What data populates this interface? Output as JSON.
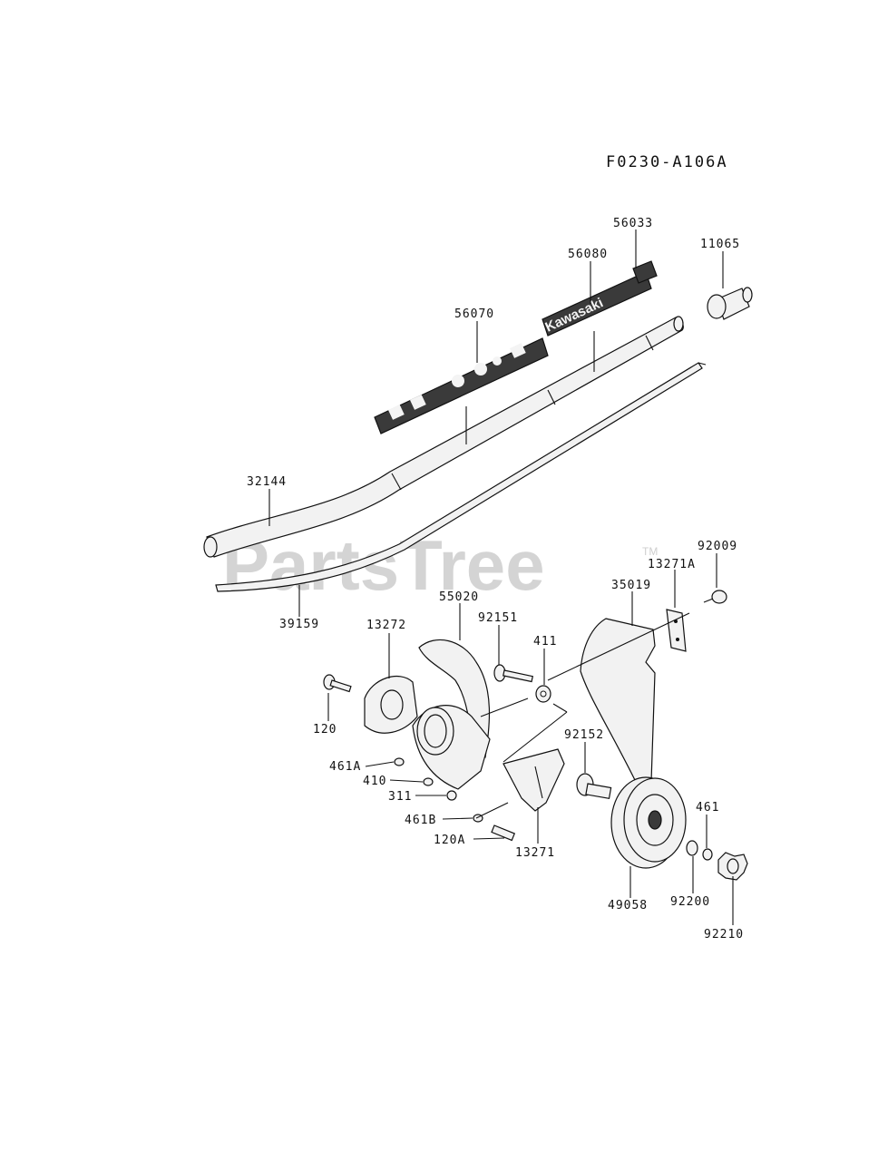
{
  "diagram_code": "F0230-A106A",
  "watermark": "PartsTree",
  "watermark_tm": "TM",
  "decal_brand": "Kawasaki",
  "colors": {
    "ink": "#111111",
    "watermark": "#d4d4d4",
    "decal": "#3a3a3a"
  },
  "parts": {
    "p56033": "56033",
    "p56080": "56080",
    "p11065": "11065",
    "p56070": "56070",
    "p32144": "32144",
    "p92009": "92009",
    "p13271A": "13271A",
    "p35019": "35019",
    "p55020": "55020",
    "p39159": "39159",
    "p13272": "13272",
    "p92151": "92151",
    "p411": "411",
    "p120": "120",
    "p92152": "92152",
    "p461A": "461A",
    "p410": "410",
    "p311": "311",
    "p461B": "461B",
    "p461": "461",
    "p120A": "120A",
    "p13271": "13271",
    "p49058": "49058",
    "p92200": "92200",
    "p92210": "92210"
  }
}
